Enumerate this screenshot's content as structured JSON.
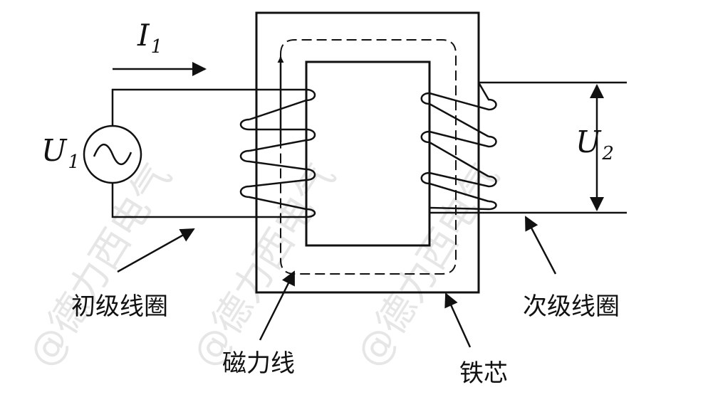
{
  "diagram": {
    "labels": {
      "current": "I",
      "current_sub": "1",
      "primary_voltage": "U",
      "primary_voltage_sub": "1",
      "secondary_voltage": "U",
      "secondary_voltage_sub": "2",
      "primary_coil": "初级线圈",
      "secondary_coil": "次级线圈",
      "flux_lines": "磁力线",
      "iron_core": "铁芯"
    },
    "watermark": "@德力西电气"
  },
  "colors": {
    "stroke": "#111111",
    "watermark": "#e6e6e6",
    "background": "#ffffff"
  }
}
